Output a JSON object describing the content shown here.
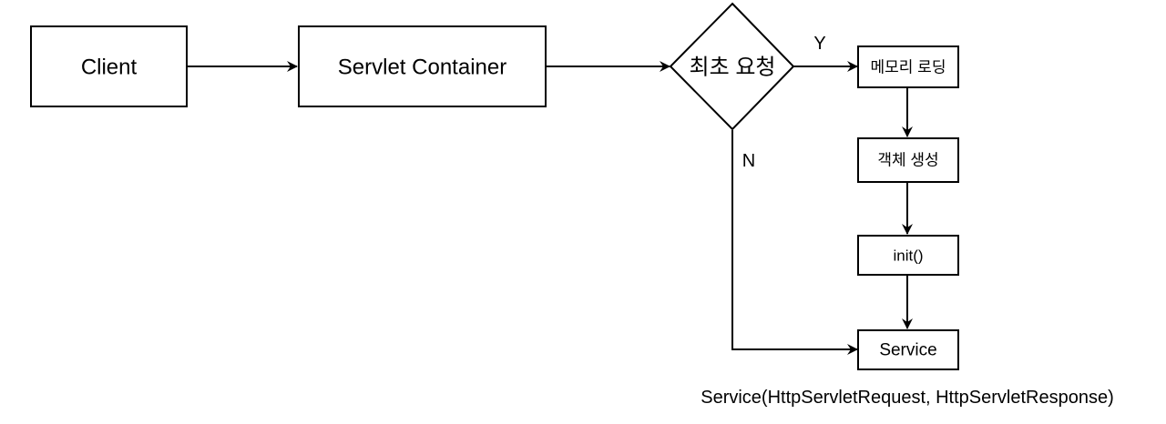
{
  "nodes": {
    "client": "Client",
    "servlet_container": "Servlet Container",
    "first_request": "최초 요청",
    "memory_loading": "메모리 로딩",
    "object_creation": "객체 생성",
    "init": "init()",
    "service": "Service"
  },
  "branches": {
    "yes": "Y",
    "no": "N"
  },
  "caption": "Service(HttpServletRequest, HttpServletResponse)"
}
